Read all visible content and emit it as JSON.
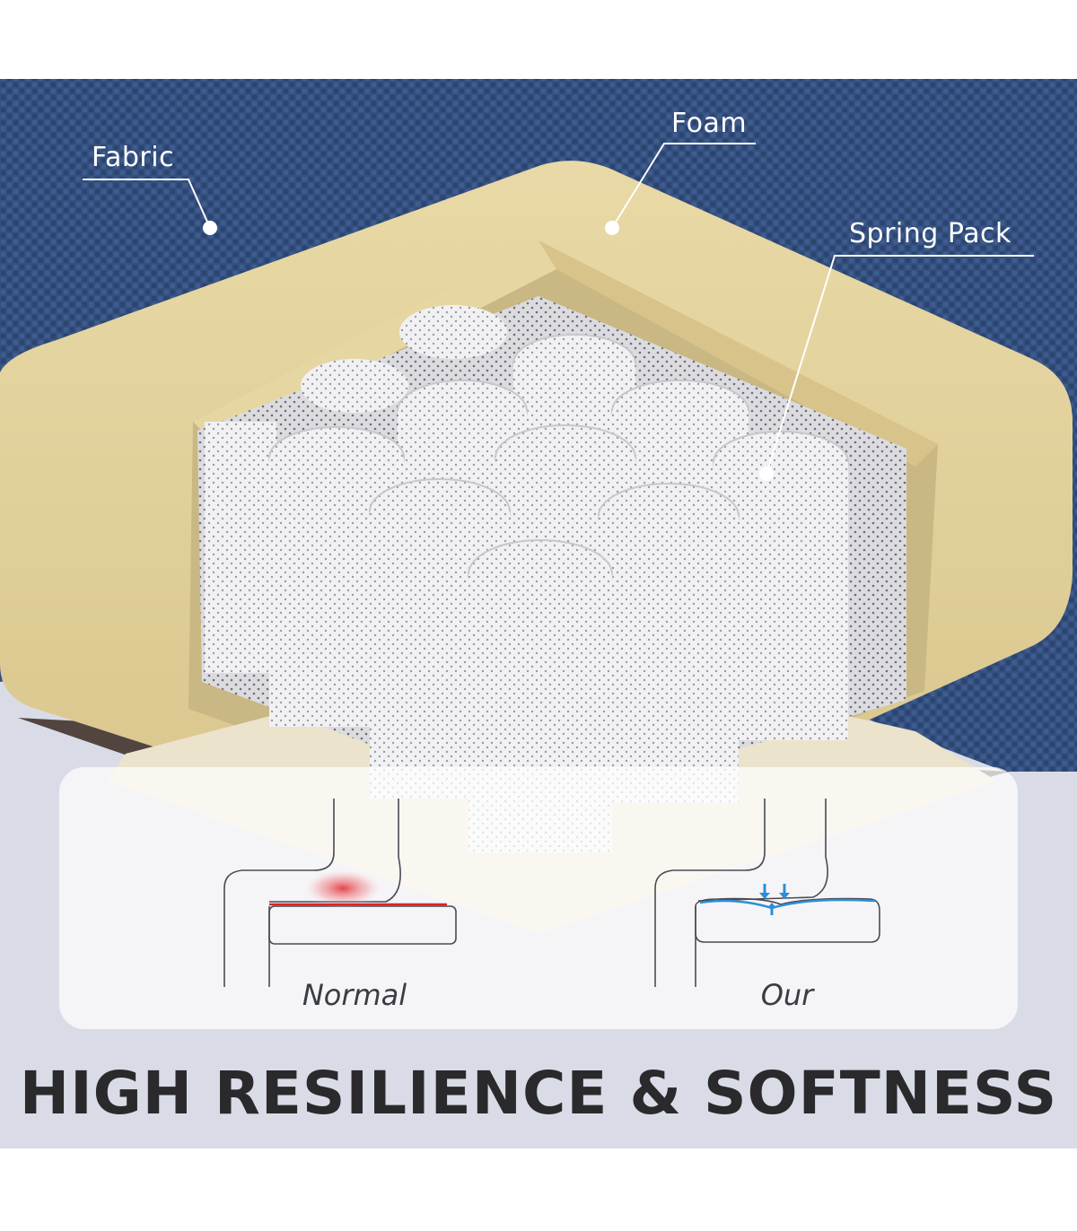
{
  "callouts": {
    "fabric": "Fabric",
    "foam": "Foam",
    "spring_pack": "Spring Pack"
  },
  "comparison": {
    "normal_label": "Normal",
    "our_label": "Our"
  },
  "headline": "HIGH RESILIENCE & SOFTNESS",
  "colors": {
    "fabric_blue": "#34507f",
    "foam_beige": "#e3d29d",
    "spring_white": "#f1f1f3",
    "pressure_red": "#d8262a",
    "support_blue": "#2b8fd6",
    "headline_dark": "#2a2a2c"
  }
}
